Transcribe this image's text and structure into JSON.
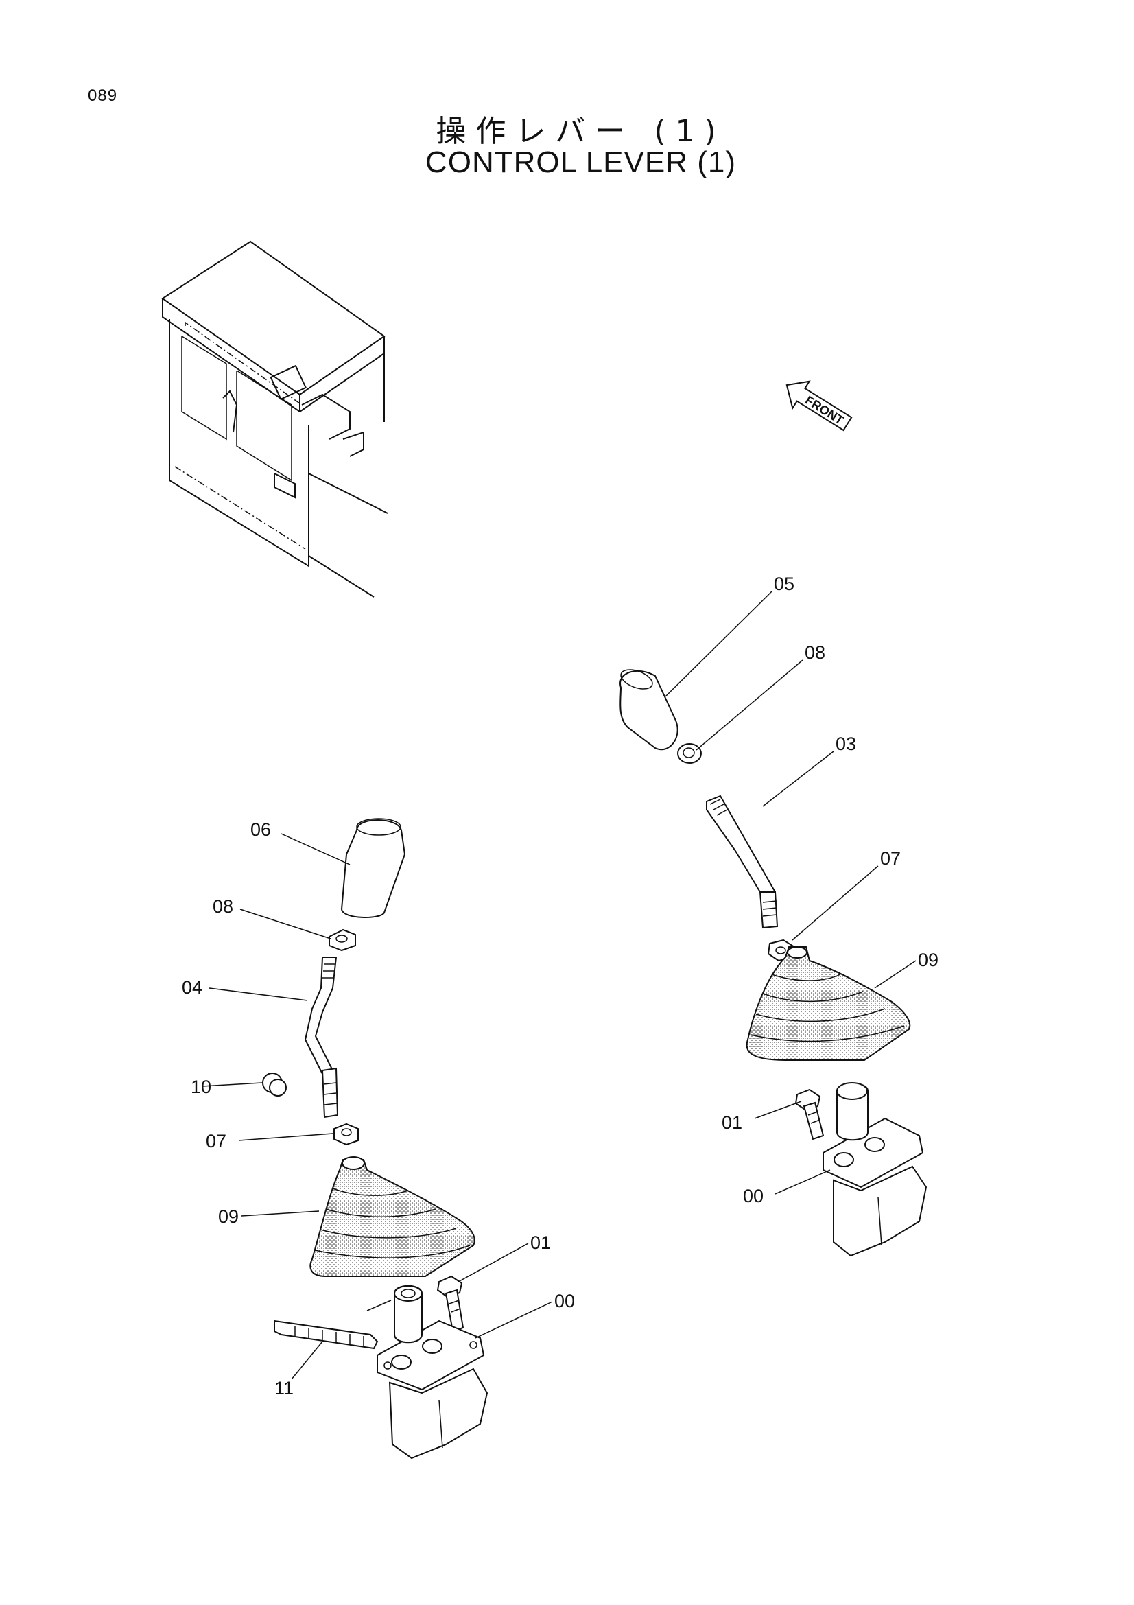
{
  "page_number": "089",
  "title_jp": "操作レバー (1)",
  "title_en": "CONTROL LEVER (1)",
  "front_label": "FRONT",
  "callouts": {
    "right_05": "05",
    "right_08": "08",
    "right_03": "03",
    "right_07": "07",
    "right_09": "09",
    "right_01": "01",
    "right_00": "00",
    "left_06": "06",
    "left_08": "08",
    "left_04": "04",
    "left_10": "10",
    "left_07": "07",
    "left_09": "09",
    "left_01": "01",
    "left_00": "00",
    "left_11": "11"
  }
}
